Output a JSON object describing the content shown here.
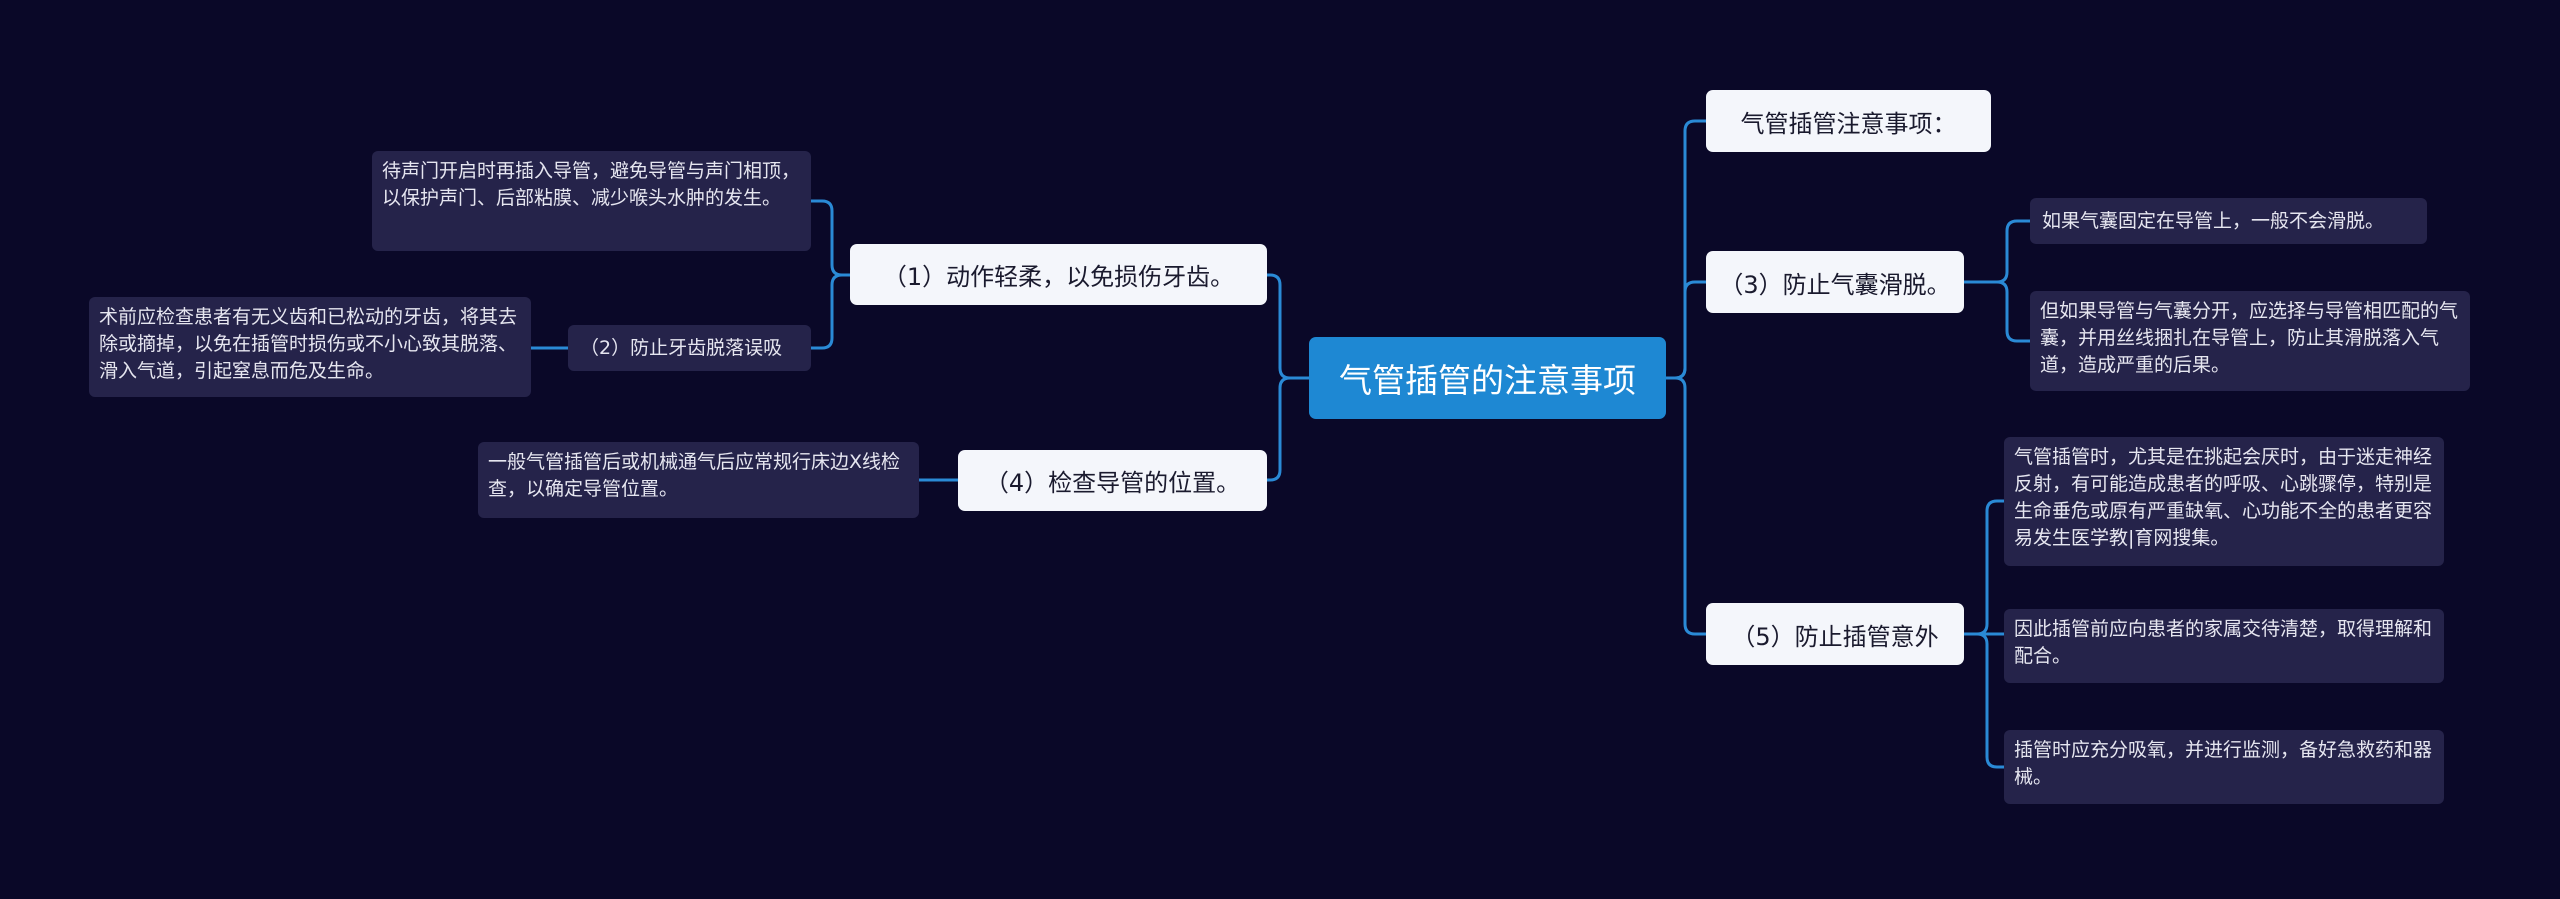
{
  "colors": {
    "background": "#0a0828",
    "center": "#1e88d3",
    "branch": "#f4f6fb",
    "leaf": "#25234a",
    "connector": "#2a8ad6"
  },
  "center": {
    "label": "气管插管的注意事项"
  },
  "left": {
    "b1": {
      "label": "（1）动作轻柔，以免损伤牙齿。",
      "leaf": "待声门开启时再插入导管，避免导管与声门相顶，以保护声门、后部粘膜、减少喉头水肿的发生。",
      "sub": {
        "label": "（2）防止牙齿脱落误吸",
        "leaf": "术前应检查患者有无义齿和已松动的牙齿，将其去除或摘掉，以免在插管时损伤或不小心致其脱落、滑入气道，引起窒息而危及生命。"
      }
    },
    "b4": {
      "label": "（4）检查导管的位置。",
      "leaf": "一般气管插管后或机械通气后应常规行床边X线检查，以确定导管位置。"
    }
  },
  "right": {
    "title": {
      "label": "气管插管注意事项："
    },
    "b3": {
      "label": "（3）防止气囊滑脱。",
      "leaf1": "如果气囊固定在导管上，一般不会滑脱。",
      "leaf2": "但如果导管与气囊分开，应选择与导管相匹配的气囊，并用丝线捆扎在导管上，防止其滑脱落入气道，造成严重的后果。"
    },
    "b5": {
      "label": "（5）防止插管意外",
      "leaf1": "气管插管时，尤其是在挑起会厌时，由于迷走神经反射，有可能造成患者的呼吸、心跳骤停，特别是生命垂危或原有严重缺氧、心功能不全的患者更容易发生医学教|育网搜集。",
      "leaf2": "因此插管前应向患者的家属交待清楚，取得理解和配合。",
      "leaf3": "插管时应充分吸氧，并进行监测，备好急救药和器械。"
    }
  }
}
